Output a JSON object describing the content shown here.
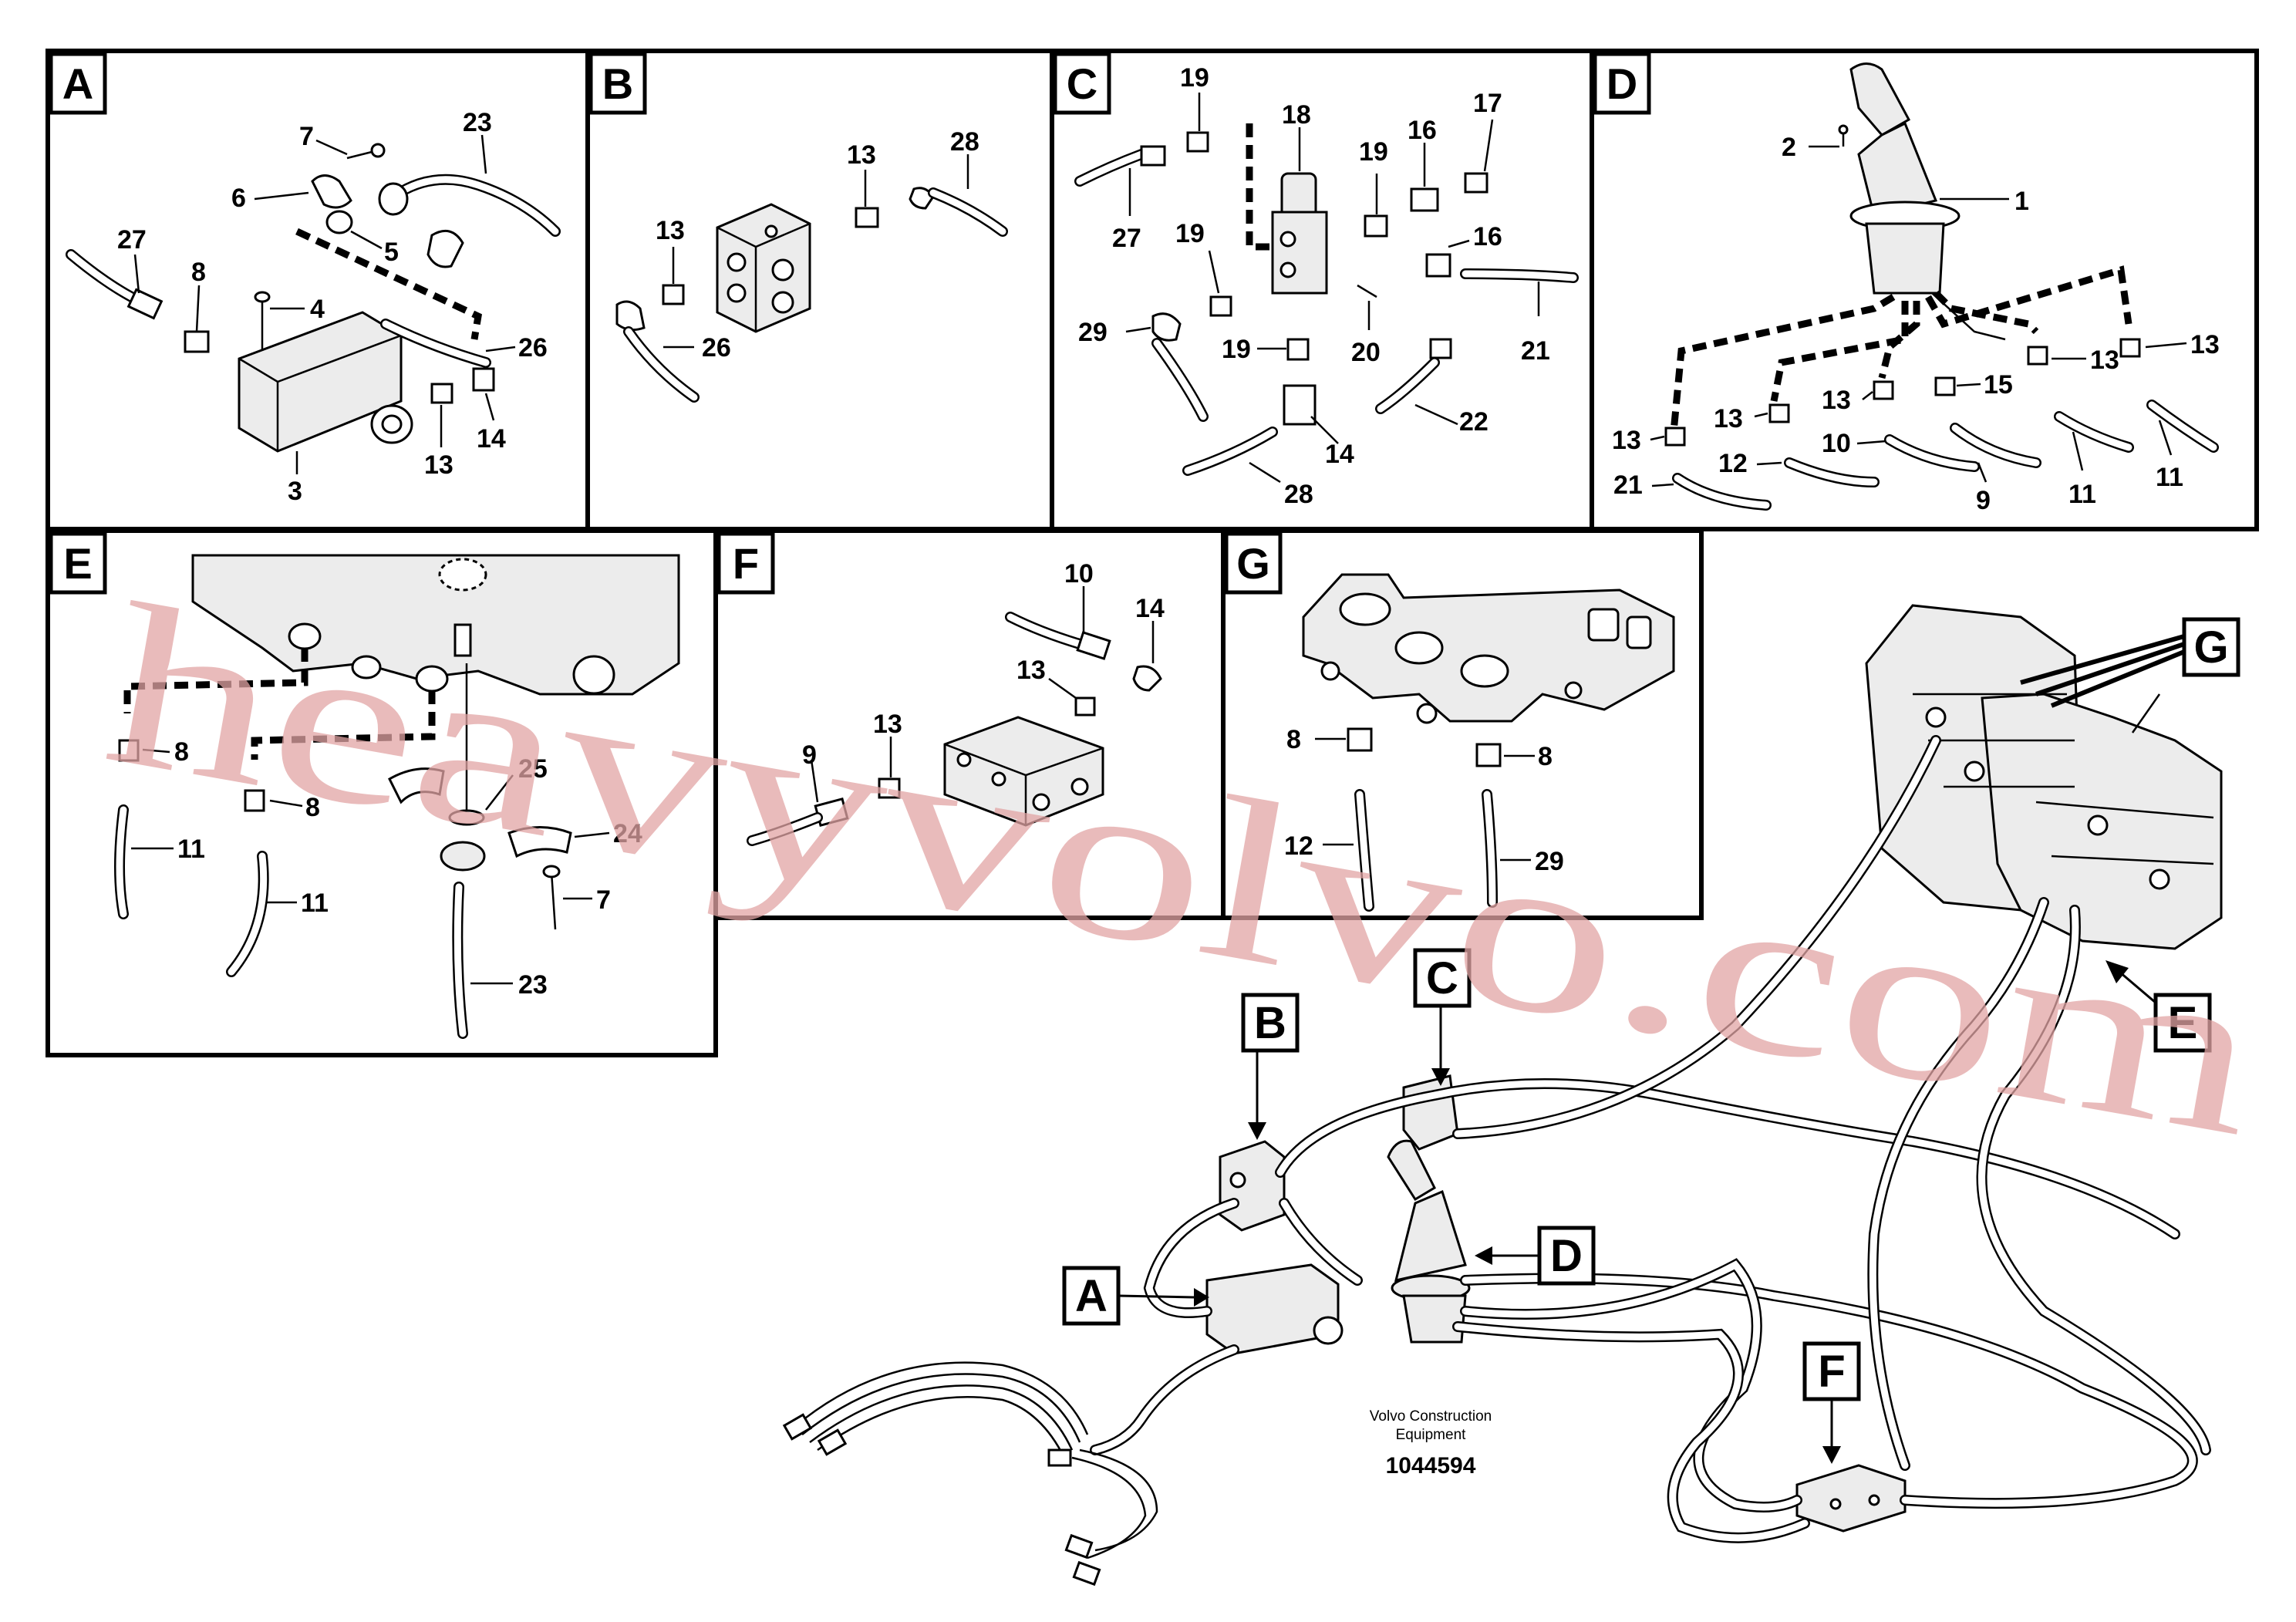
{
  "panels": {
    "A": {
      "letter": "A",
      "callouts": {
        "c7": "7",
        "c23": "23",
        "c6": "6",
        "c5": "5",
        "c27": "27",
        "c8": "8",
        "c4": "4",
        "c26": "26",
        "c3": "3",
        "c13": "13",
        "c14": "14"
      }
    },
    "B": {
      "letter": "B",
      "callouts": {
        "c13a": "13",
        "c28": "28",
        "c13b": "13",
        "c26": "26"
      }
    },
    "C": {
      "letter": "C",
      "callouts": {
        "c19a": "19",
        "c18": "18",
        "c19b": "19",
        "c16a": "16",
        "c17": "17",
        "c27": "27",
        "c19c": "19",
        "c16b": "16",
        "c29": "29",
        "c19d": "19",
        "c20": "20",
        "c21": "21",
        "c14": "14",
        "c22": "22",
        "c28": "28"
      }
    },
    "D": {
      "letter": "D",
      "callouts": {
        "c2": "2",
        "c1": "1",
        "c13a": "13",
        "c13b": "13",
        "c13c": "13",
        "c13d": "13",
        "c15": "15",
        "c13e": "13",
        "c21": "21",
        "c12": "12",
        "c10": "10",
        "c9": "9",
        "c11a": "11",
        "c11b": "11"
      }
    },
    "E": {
      "letter": "E",
      "callouts": {
        "c8a": "8",
        "c8b": "8",
        "c11a": "11",
        "c11b": "11",
        "c25": "25",
        "c24": "24",
        "c7": "7",
        "c23": "23"
      }
    },
    "F": {
      "letter": "F",
      "callouts": {
        "c10": "10",
        "c14": "14",
        "c13a": "13",
        "c13b": "13",
        "c9": "9"
      }
    },
    "G": {
      "letter": "G",
      "callouts": {
        "c8a": "8",
        "c8b": "8",
        "c12": "12",
        "c29": "29"
      }
    }
  },
  "overview_labels": {
    "A": "A",
    "B": "B",
    "C": "C",
    "D": "D",
    "E": "E",
    "F": "F",
    "G": "G"
  },
  "caption": {
    "line1": "Volvo Construction",
    "line2": "Equipment",
    "drawing_number": "1044594"
  },
  "watermark": "heavyvolvo.com",
  "colors": {
    "ink": "#000000",
    "watermark": "#e2a4a4",
    "background": "#ffffff"
  }
}
